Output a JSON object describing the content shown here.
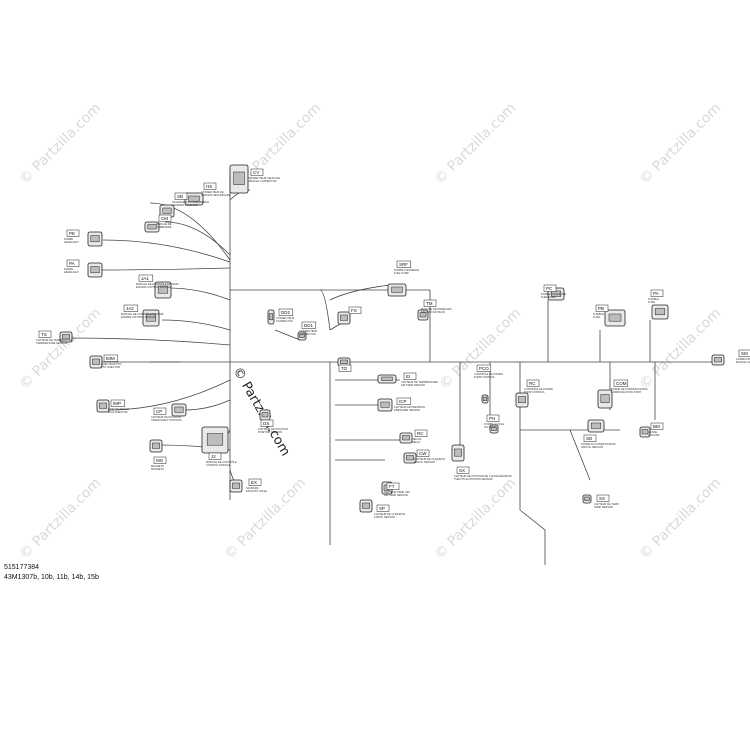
{
  "diagram": {
    "part_number": "515177384",
    "figure_code": "43M1307b, 10b, 11b, 14b, 15b",
    "watermark": "© Partzilla.com",
    "connectors": [
      {
        "tag": "CV",
        "sub": "CONNECTEUR VEHICULE\nVEHICLE CONNECTOR"
      },
      {
        "tag": "HS",
        "sub": "CONNECTEUR DE\nHARNAIS SECONDAIRE"
      },
      {
        "tag": "SB",
        "sub": "SOLENOIDE DU DEMARREUR\nSTARTER SOLENOID"
      },
      {
        "tag": "CM",
        "sub": "MODULE DE\nCOMMANDE"
      },
      {
        "tag": "PE",
        "sub": "PHARE\nHEADLIGHT"
      },
      {
        "tag": "PA",
        "sub": "PHARE\nHEADLIGHT"
      },
      {
        "tag": "JA1",
        "sub": "MODULE DE CONTRÔLE MOTEUR\nENGINE CONTROL MODULE"
      },
      {
        "tag": "JA2",
        "sub": "MODULE DE CONTRÔLE MOTEUR\nENGINE CONTROL MODULE"
      },
      {
        "tag": "TS",
        "sub": "CAPTEUR DE TEMPÉRATURE\nTEMPERATURE SENSOR"
      },
      {
        "tag": "IMM",
        "sub": "INJECTEUR PTO\nPTO INJECTOR"
      },
      {
        "tag": "IMP",
        "sub": "INJECTEUR MAG\nMAG INJECTOR"
      },
      {
        "tag": "CP",
        "sub": "CAPTEUR DE POSITION\nCRANKSHAFT POSITION"
      },
      {
        "tag": "J2",
        "sub": "MODULE DE CONTRÔLE\nCONTROL MODULE"
      },
      {
        "tag": "MG",
        "sub": "MAGNETO\nMAGNETO"
      },
      {
        "tag": "EX",
        "sub": "SOUPAPE\nEXHAUST VALVE"
      },
      {
        "tag": "DS",
        "sub": "CAPTEUR DE POSITION\nPOSITION SENSOR"
      },
      {
        "tag": "DD2",
        "sub": "CONNECTEUR\nCONNECTOR"
      },
      {
        "tag": "DD1",
        "sub": "CONNECTEUR\nCONNECTOR"
      },
      {
        "tag": "TO",
        "sub": ""
      },
      {
        "tag": "FS",
        "sub": ""
      },
      {
        "tag": "SRF",
        "sub": "POMPE À ESSENCE\nFUEL PUMP"
      },
      {
        "tag": "TM",
        "sub": "MODULE D'ENTRÉE DES\nSIGNAUX MOTEUR"
      },
      {
        "tag": "PC",
        "sub": "POMPE À ESSENCE\nFUEL PUMP"
      },
      {
        "tag": "PB",
        "sub": "FUSIBLE\nFUSE"
      },
      {
        "tag": "PA",
        "sub": "FUSIBLE\nFUSE"
      },
      {
        "tag": "SM",
        "sub": "COMMUTATEUR MANUEL\nMANUAL SWITCH"
      },
      {
        "tag": "EI",
        "sub": "CAPTEUR DE TEMPÉRATURE\nAIR TEMP SENSOR"
      },
      {
        "tag": "ICP",
        "sub": "CAPTEUR DE PRESSION\nPRESSURE SENSOR"
      },
      {
        "tag": "RC",
        "sub": "RELAIS\nRELAY"
      },
      {
        "tag": "CW",
        "sub": "CAPTEUR DE CLIQUETIS\nKNOCK SENSOR"
      },
      {
        "tag": "FT",
        "sub": "CAPTEUR TEMP. AIR\nAIR TEMP SENSOR"
      },
      {
        "tag": "SP",
        "sub": "CAPTEUR DE CLIQUETIS\nKNOCK SENSOR"
      },
      {
        "tag": "SX",
        "sub": "CAPTEUR DE POSITION DE L'ACCÉLÉRATEUR\nTHROTTLE POSITION SENSOR"
      },
      {
        "tag": "PCO",
        "sub": "CONTRÔLE DE POMPE\nPUMP CONTROL"
      },
      {
        "tag": "RC",
        "sub": "CONTRÔLE DE POMPE\nPUMP CONTROL"
      },
      {
        "tag": "PH",
        "sub": "POMPE À HUILE\nOIL PUMP"
      },
      {
        "tag": "COM",
        "sub": "BORNE DE COMMUNICATION\nCOMMUNICATION PORT"
      },
      {
        "tag": "SD",
        "sub": "SONDE DU COMMUTATEUR\nSWITCH SENSOR"
      },
      {
        "tag": "BM",
        "sub": "MASSE\nGROUND"
      },
      {
        "tag": "SS",
        "sub": "CAPTEUR DE TEMP.\nTEMP SENSOR"
      }
    ]
  }
}
